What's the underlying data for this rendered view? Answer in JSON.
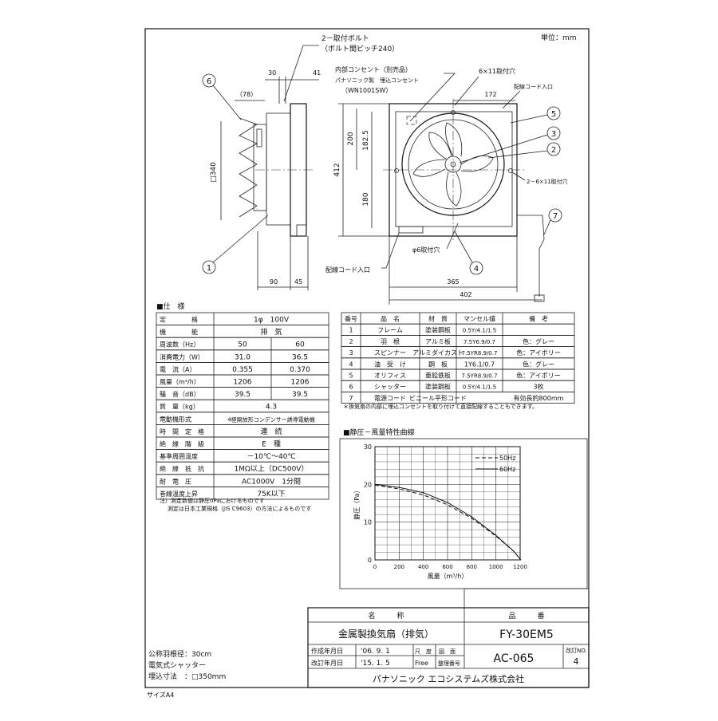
{
  "unit_label": "単位：mm",
  "callouts": [
    "1",
    "2",
    "3",
    "4",
    "5",
    "6",
    "7"
  ],
  "side_view": {
    "bolt_label": "2－取付ボルト",
    "bolt_pitch": "（ボルト間ピッチ240）",
    "dim_30": "30",
    "dim_41": "41",
    "dim_78": "（78）",
    "dim_340": "□340",
    "dim_90": "90",
    "dim_45": "45"
  },
  "front_view": {
    "outlet_label": "内部コンセント（別売品）",
    "outlet_maker": "パナソニック製　埋込コンセント",
    "outlet_model": "（WN1001SW）",
    "hole_6x11": "6×11取付穴",
    "cord_entry_top": "配線コード入口",
    "dim_172": "172",
    "dim_200": "200",
    "dim_182_5": "182.5",
    "dim_412": "412",
    "dim_180": "180",
    "hole_2_6x11": "2－6×11取付穴",
    "hole_phi6": "φ6取付穴",
    "cord_entry_bottom": "配線コード入口",
    "dim_365": "365",
    "dim_402": "402"
  },
  "spec": {
    "title": "■仕　様",
    "rows": [
      [
        "定　　　　格",
        "1φ　100V",
        ""
      ],
      [
        "機　　　　能",
        "排　気",
        ""
      ],
      [
        "周波数（Hz）",
        "50",
        "60"
      ],
      [
        "消費電力（W）",
        "31.0",
        "36.5"
      ],
      [
        "電　流（A）",
        "0.355",
        "0.370"
      ],
      [
        "風量（m³/h）",
        "1206",
        "1206"
      ],
      [
        "騒　音（dB）",
        "39.5",
        "39.5"
      ],
      [
        "質　量（kg）",
        "4.3",
        ""
      ],
      [
        "電動機形式",
        "4極開放形コンデンサー誘導電動機",
        ""
      ],
      [
        "時　間　定　格",
        "連　続",
        ""
      ],
      [
        "絶　縁　階　級",
        "E　種",
        ""
      ],
      [
        "基準周囲温度",
        "－10℃～40℃",
        ""
      ],
      [
        "絶　縁　抵　抗",
        "1MΩ以上（DC500V）",
        ""
      ],
      [
        "耐　電　圧",
        "AC1000V　1分間",
        ""
      ],
      [
        "巻線温度上昇",
        "75K以下",
        ""
      ]
    ],
    "note1": "注）測定数値は静圧0Paにおけるものです",
    "note2": "測定は日本工業規格（JIS C9603）の方法によるものです"
  },
  "parts": {
    "headers": [
      "番号",
      "品　名",
      "材　質",
      "マンセル値",
      "備　考"
    ],
    "rows": [
      [
        "1",
        "フレーム",
        "塗装鋼板",
        "0.5Y/4.1/1.5",
        ""
      ],
      [
        "2",
        "羽　根",
        "アルミ板",
        "7.5Y6.9/0.7",
        "色：グレー"
      ],
      [
        "3",
        "スピンナー",
        "アルミダイカスト",
        "7.5YR8.9/0.7",
        "色：アイボリー"
      ],
      [
        "4",
        "油　受　け",
        "鋼　板",
        "1Y6.1/0.7",
        "色：グレー"
      ],
      [
        "5",
        "オリフィス",
        "亜鉛鉄板",
        "7.5YR8.9/0.7",
        "色：アイボリー"
      ],
      [
        "6",
        "シャッター",
        "塗装鋼板",
        "0.5Y/4.1/1.5",
        "3枚"
      ],
      [
        "7",
        "電源コード",
        "ビニール平形コード",
        "",
        "有効長約800mm"
      ]
    ],
    "note": "＊換気扇の内部に埋込コンセントを取り付けて直接配線することもできます。"
  },
  "chart_title": "■静圧－風量特性曲線",
  "chart_data": {
    "type": "line",
    "xlabel": "風量（m³/h）",
    "ylabel": "静圧（Pa）",
    "xlim": [
      0,
      1200
    ],
    "ylim": [
      0,
      30
    ],
    "x_ticks": [
      "0",
      "200",
      "400",
      "600",
      "800",
      "1000",
      "1200"
    ],
    "y_ticks": [
      "0",
      "10",
      "20",
      "30"
    ],
    "grid": true,
    "legend_position": "top-right",
    "series": [
      {
        "name": "50Hz",
        "style": "dashed",
        "x": [
          0,
          200,
          400,
          600,
          800,
          1000,
          1150,
          1206
        ],
        "y": [
          19.8,
          18.8,
          17.2,
          14.6,
          11.0,
          6.3,
          2.2,
          0
        ]
      },
      {
        "name": "60Hz",
        "style": "solid",
        "x": [
          0,
          200,
          400,
          600,
          800,
          1000,
          1150,
          1206
        ],
        "y": [
          20.0,
          19.2,
          17.8,
          15.2,
          11.4,
          6.5,
          2.2,
          0
        ]
      }
    ]
  },
  "title_block": {
    "name_header": "名　　　称",
    "model_header": "品　　　番",
    "name": "金属製換気扇（排気）",
    "model": "FY-30EM5",
    "created_label": "作成年月日",
    "created_date": "'06. 9. 1",
    "scale_label": "尺　度",
    "scale_value": "Free",
    "drawing_label": "図　面",
    "drawing_no_label": "整理番号",
    "revised_label": "改訂年月日",
    "revised_date": "'15. 1. 5",
    "drawing_no": "AC-065",
    "rev_label": "改訂NO.",
    "rev_no": "4",
    "company": "パナソニック エコシステムズ株式会社"
  },
  "bottom_notes": [
    "公称羽根径：30cm",
    "電気式シャッター",
    "埋込寸法　：□350mm"
  ],
  "paper_size": "サイズA4"
}
